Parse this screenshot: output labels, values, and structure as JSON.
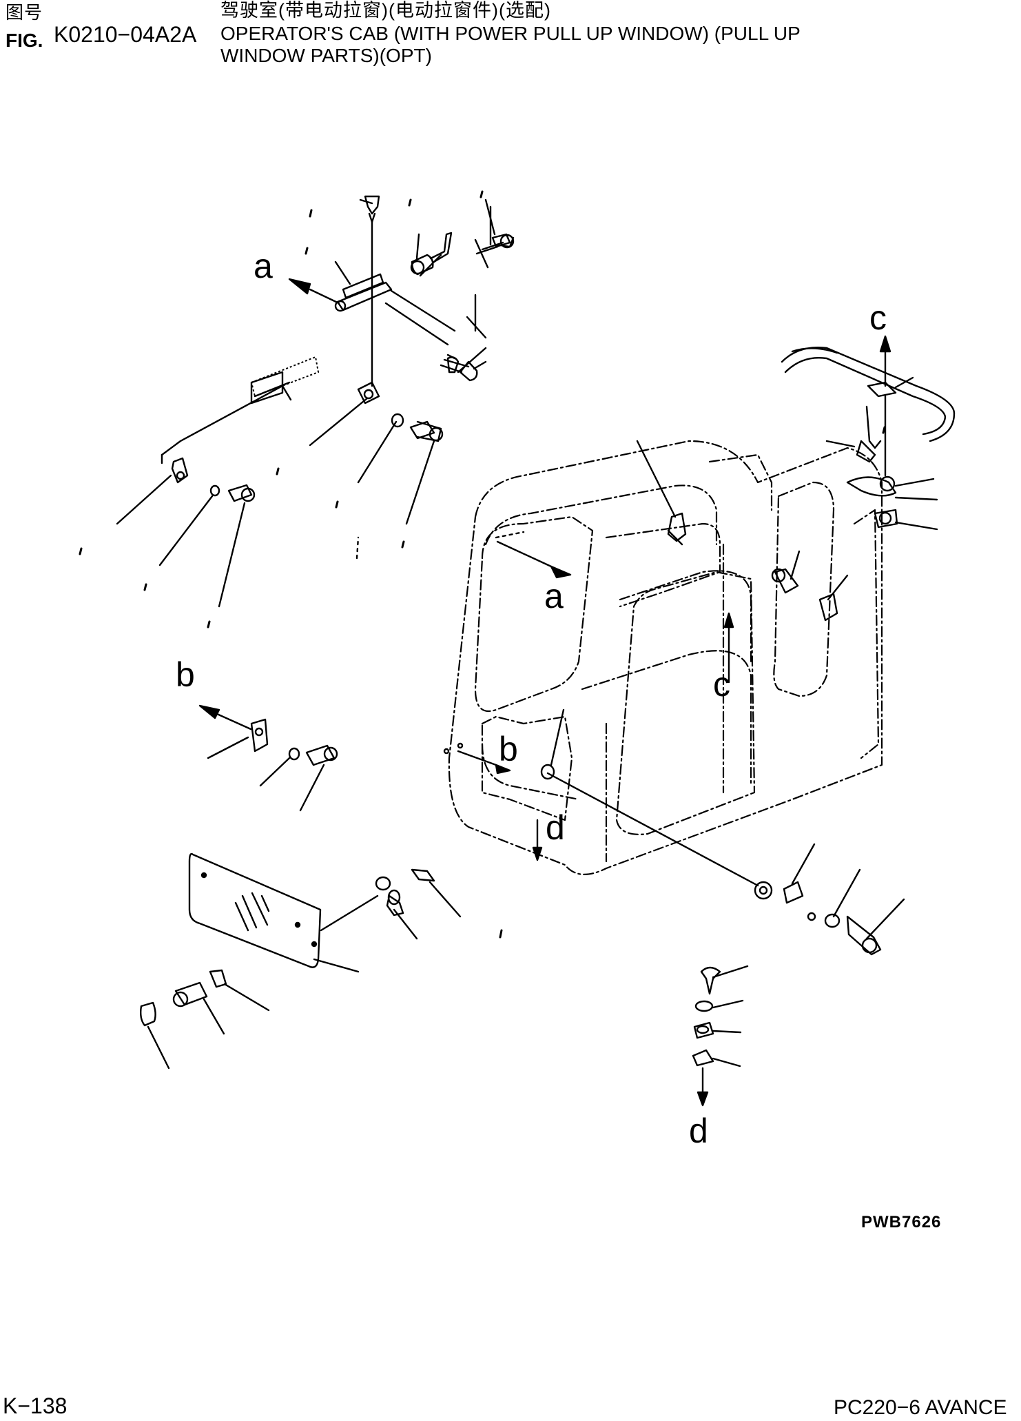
{
  "header": {
    "fig_label_cn": "图号",
    "fig_label_en": "FIG.",
    "fig_number": "K0210−04A2A",
    "title_cn": "驾驶室(带电动拉窗)(电动拉窗件)(选配)",
    "title_en_line1": "OPERATOR'S CAB (WITH POWER PULL UP WINDOW) (PULL UP",
    "title_en_line2": "WINDOW PARTS)(OPT)"
  },
  "diagram": {
    "reference_letters": [
      "a",
      "a",
      "b",
      "b",
      "c",
      "c",
      "d",
      "d"
    ]
  },
  "footer": {
    "picture_code": "PWB7626",
    "page_number": "K−138",
    "model": "PC220−6 AVANCE"
  }
}
